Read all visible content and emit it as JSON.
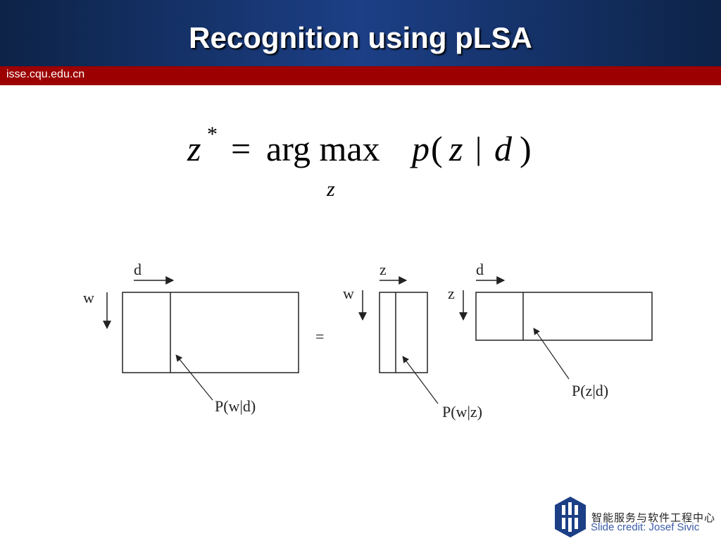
{
  "slide": {
    "title": "Recognition using pLSA",
    "site": "isse.cqu.edu.cn",
    "credit": "Slide credit: Josef Sivic",
    "logo_text": "智能服务与软件工程中心"
  },
  "formula": {
    "lhs": "z",
    "superscript": "*",
    "equals": "=",
    "op": "arg max",
    "rhs_p": "p",
    "open_paren": "(",
    "rhs_z": "z",
    "bar": "|",
    "rhs_d": "d",
    "close_paren": ")",
    "subscript": "z"
  },
  "diagram": {
    "matrix1": {
      "row_label": "w",
      "col_label": "d",
      "caption": "P(w|d)"
    },
    "equals": "=",
    "matrix2": {
      "row_label": "w",
      "col_label": "z",
      "caption": "P(w|z)"
    },
    "matrix3": {
      "row_label": "z",
      "col_label": "d",
      "caption": "P(z|d)"
    }
  },
  "colors": {
    "header_blue": "#1c3f86",
    "bar_red": "#9c0000",
    "credit_blue": "#3b5ba9"
  }
}
